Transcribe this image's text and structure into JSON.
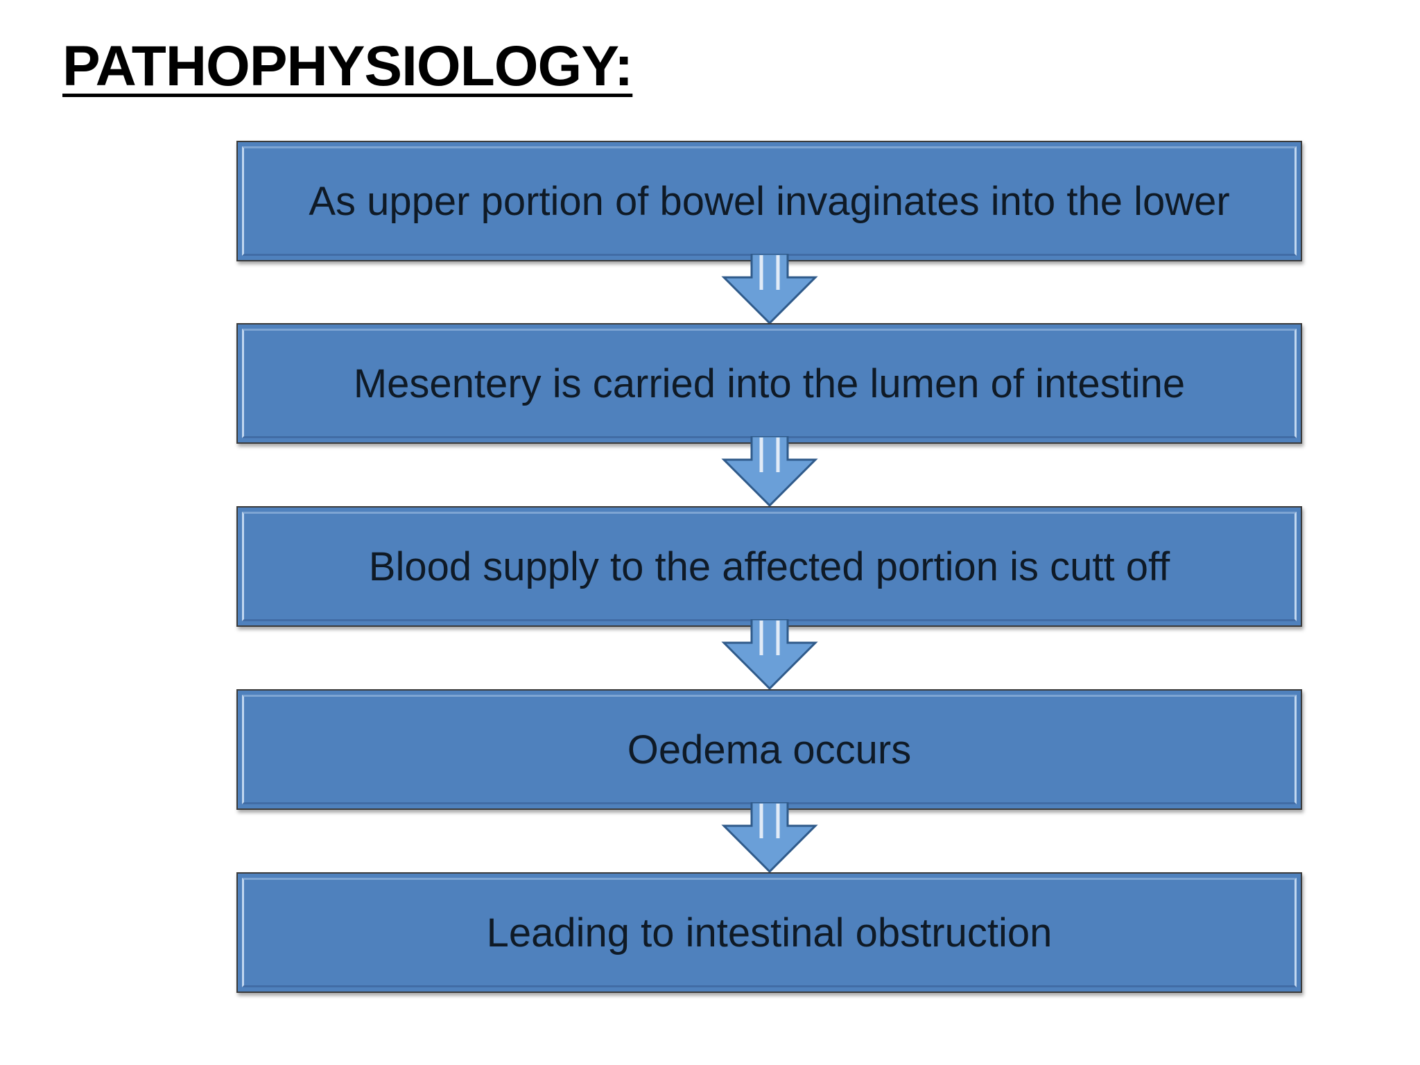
{
  "title": "PATHOPHYSIOLOGY:",
  "colors": {
    "box_fill": "#4f81bd",
    "arrow_fill": "#6a9fd8",
    "text": "#0f1a26"
  },
  "steps": [
    {
      "label": "As upper portion of bowel invaginates into the lower"
    },
    {
      "label": "Mesentery is carried into the lumen of intestine"
    },
    {
      "label": "Blood supply to the affected portion is cutt off"
    },
    {
      "label": "Oedema occurs"
    },
    {
      "label": "Leading to intestinal obstruction"
    }
  ]
}
